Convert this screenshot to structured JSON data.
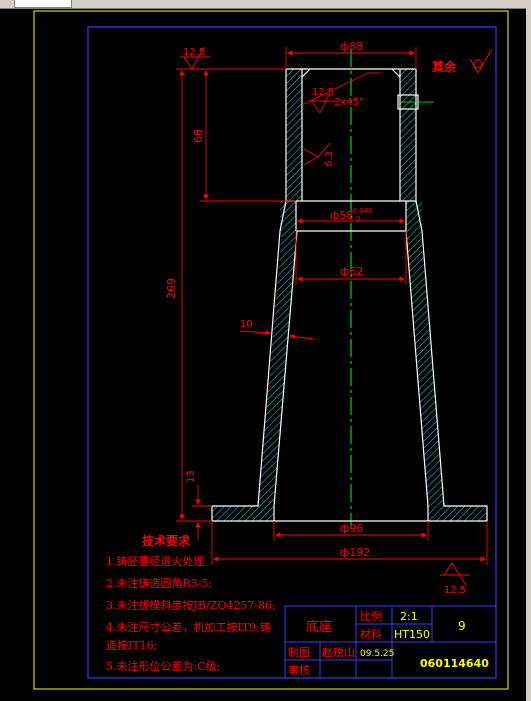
{
  "drawing": {
    "dim_top_diameter": "ф88",
    "dim_bore": "ф58",
    "dim_bore_tol_upper": "-0.046",
    "dim_bore_tol_lower": "0",
    "dim_inner_62": "ф62",
    "dim_base_96": "ф96",
    "dim_base_192": "ф192",
    "dim_height_269": "269",
    "dim_depth_68": "68",
    "dim_base_13": "13",
    "dim_wall_10": "10",
    "chamfer": "2x45°",
    "rough_top": "12.5",
    "rough_chamfer": "12.5",
    "rough_inner": "6.3",
    "rough_bottom": "12.5",
    "rest_label": "其余"
  },
  "notes": {
    "heading": "技术要求",
    "items": [
      "1.铸胚要经退火处理",
      "2.未注铸造圆角R3-5;",
      "3.未注拔模斜度按JB/ZQ4257-86;",
      "4.未注尺寸公差，机加工按IT9;铸",
      "造按IT16;",
      "5.未注形位公差为:C级;"
    ]
  },
  "title_block": {
    "part_name": "底座",
    "scale_label": "比例",
    "scale_value": "2:1",
    "material_label": "材料",
    "material_value": "HT150",
    "sheet_no": "9",
    "drawn_label": "制图",
    "drawer": "赵锐山",
    "date": "09.5.25",
    "check_label": "审核",
    "drawing_no": "060114640"
  },
  "colors": {
    "background": "#000000",
    "outline": "#ffffff",
    "dimension": "#ff0000",
    "hatch": "#00ffff",
    "centerline": "#00ff00",
    "border": "#0000ff",
    "title_text": "#ffff00",
    "window_chrome": "#d4d0c8"
  }
}
